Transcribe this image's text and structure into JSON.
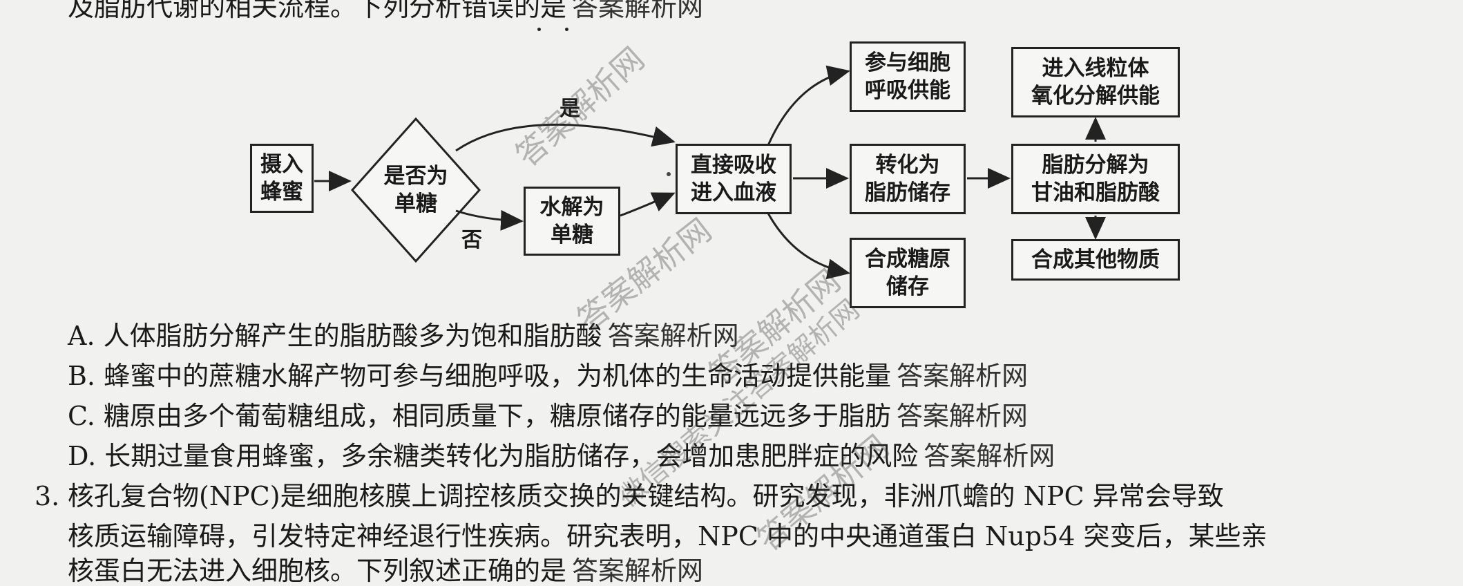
{
  "intro_line": "及脂肪代谢的相关流程。下列分析错误的是",
  "watermark_text": "答案解析网",
  "flowchart": {
    "start": "摄入\n蜂蜜",
    "decision": "是否为\n单糖",
    "yes_label": "是",
    "no_label": "否",
    "hydrolyze": "水解为\n单糖",
    "absorb": "直接吸收\n进入血液",
    "respiration": "参与细胞\n呼吸供能",
    "to_fat": "转化为\n脂肪储存",
    "glycogen": "合成糖原\n储存",
    "fat_break": "脂肪分解为\n甘油和脂肪酸",
    "mito": "进入线粒体\n氧化分解供能",
    "other": "合成其他物质"
  },
  "options": [
    {
      "text": "A. 人体脂肪分解产生的脂肪酸多为饱和脂肪酸",
      "suffix": "答案解析网"
    },
    {
      "text": "B. 蜂蜜中的蔗糖水解产物可参与细胞呼吸，为机体的生命活动提供能量",
      "suffix": "答案解析网"
    },
    {
      "text": "C. 糖原由多个葡萄糖组成，相同质量下，糖原储存的能量远远多于脂肪",
      "suffix": "答案解析网"
    },
    {
      "text": "D. 长期过量食用蜂蜜，多余糖类转化为脂肪储存，会增加患肥胖症的风险",
      "suffix": "答案解析网"
    }
  ],
  "question3": {
    "number": "3.",
    "line1": "核孔复合物(NPC)是细胞核膜上调控核质交换的关键结构。研究发现，非洲爪蟾的 NPC 异常会导致",
    "line2": "核质运输障碍，引发特定神经退行性疾病。研究表明，NPC 中的中央通道蛋白 Nup54 突变后，某些亲",
    "line3": "核蛋白无法进入细胞核。下列叙述正确的是",
    "suffix": "答案解析网"
  },
  "overlay_watermarks": [
    "答案解析网",
    "答案解析网",
    "答案解析网",
    "答案解析网",
    "微信搜索关注答案解析网"
  ]
}
